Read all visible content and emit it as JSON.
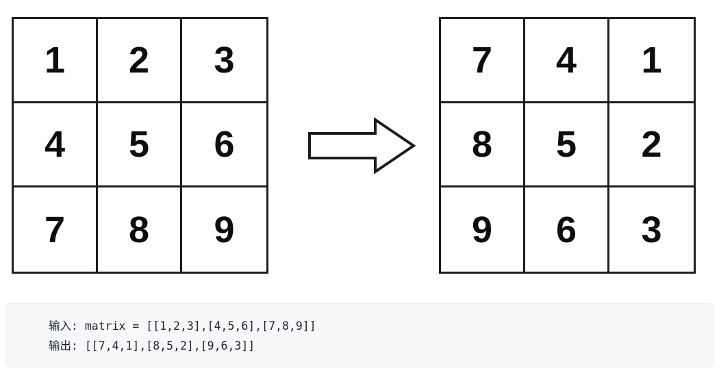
{
  "diagram": {
    "arrow_icon": "right-block-arrow-icon",
    "arrow_color": "#1c1c1c",
    "grid_line_color": "#1c1c1c",
    "digit_color": "#0d0d0d",
    "input_matrix": {
      "label": "input-matrix",
      "rows": [
        [
          "1",
          "2",
          "3"
        ],
        [
          "4",
          "5",
          "6"
        ],
        [
          "7",
          "8",
          "9"
        ]
      ]
    },
    "output_matrix": {
      "label": "output-matrix",
      "rows": [
        [
          "7",
          "4",
          "1"
        ],
        [
          "8",
          "5",
          "2"
        ],
        [
          "9",
          "6",
          "3"
        ]
      ]
    }
  },
  "code_block": {
    "background": "#f7f8fa",
    "text_color": "#1f2328",
    "lines": [
      "输入: matrix = [[1,2,3],[4,5,6],[7,8,9]]",
      "输出: [[7,4,1],[8,5,2],[9,6,3]]"
    ]
  }
}
